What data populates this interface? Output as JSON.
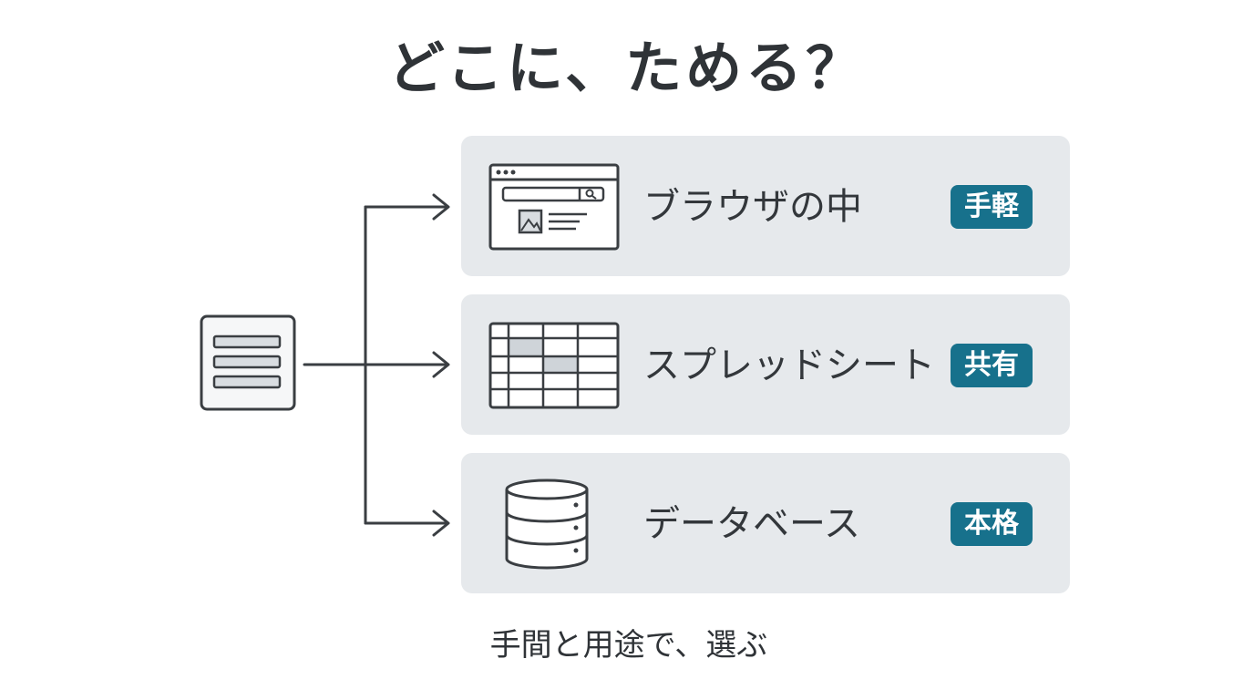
{
  "title": "どこに、ためる？",
  "caption": "手間と用途で、選ぶ",
  "source": {
    "icon": "form-list-icon"
  },
  "options": [
    {
      "label": "ブラウザの中",
      "badge": "手軽",
      "icon": "browser-window-icon"
    },
    {
      "label": "スプレッドシート",
      "badge": "共有",
      "icon": "spreadsheet-icon"
    },
    {
      "label": "データベース",
      "badge": "本格",
      "icon": "database-icon"
    }
  ],
  "colors": {
    "card_background": "#e6e9ec",
    "badge_background": "#17718c",
    "line": "#3a3e42"
  }
}
